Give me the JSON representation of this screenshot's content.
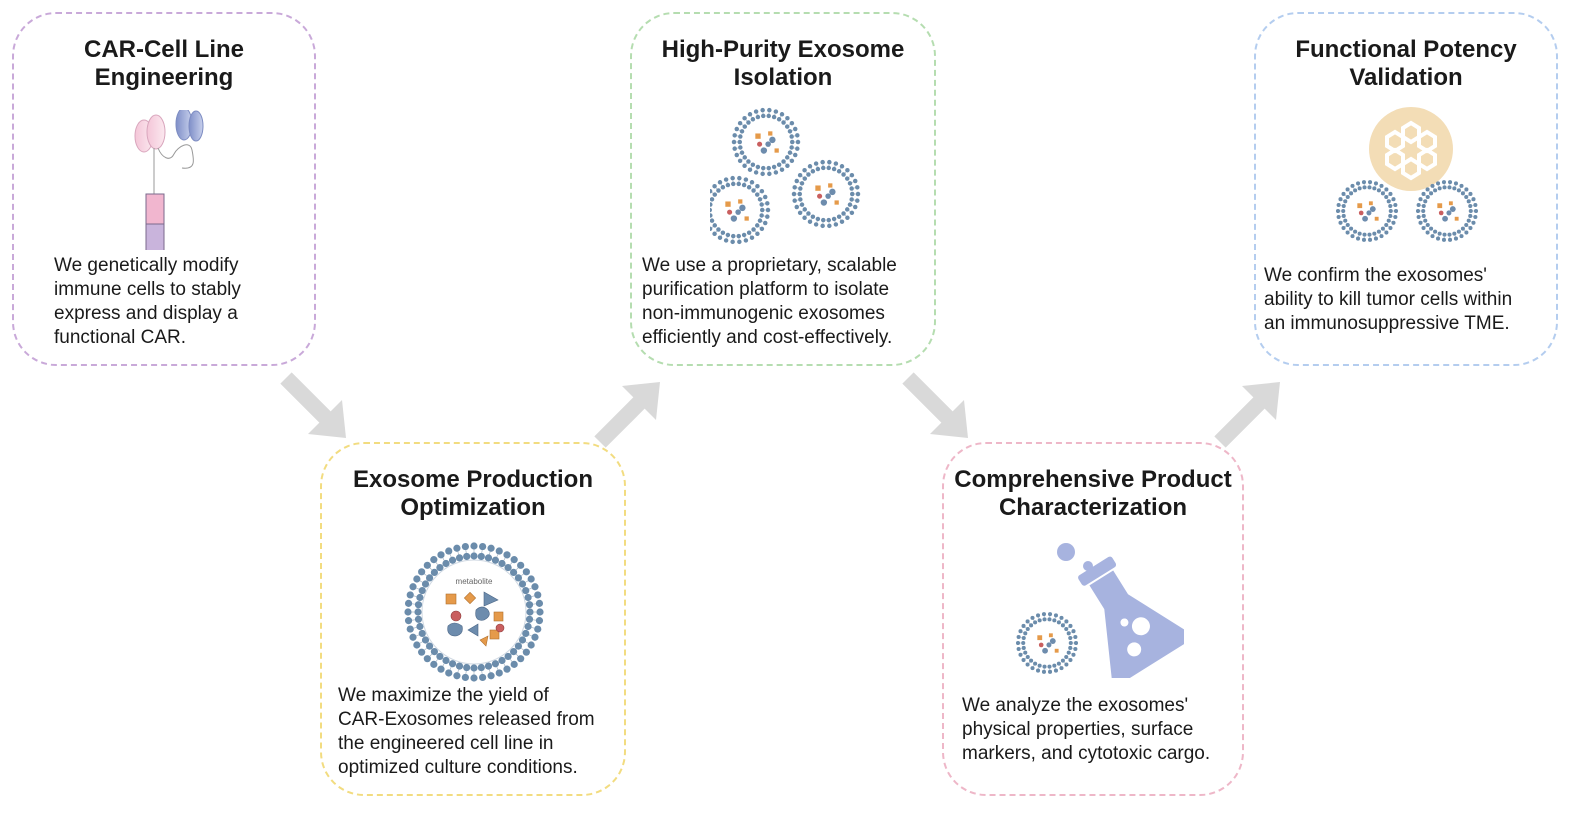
{
  "colors": {
    "step1_border": "#c9a9d9",
    "step2_border": "#f2dc80",
    "step3_border": "#b5ddb0",
    "step4_border": "#eeb7c8",
    "step5_border": "#b4cdef",
    "arrow": "#d9d9d9",
    "membrane": "#6b8cab",
    "cargo_orange": "#e59a4a",
    "cargo_blue": "#6d8cad",
    "cargo_red": "#c95f5f",
    "flask": "#a7b3df",
    "hexagon_bg": "#f3ddb6"
  },
  "steps": [
    {
      "id": "step1",
      "title": "CAR-Cell Line\nEngineering",
      "description": "We genetically modify\nimmune cells to stably\nexpress and display a\nfunctional CAR.",
      "icon": "car-receptor-icon"
    },
    {
      "id": "step2",
      "title": "Exosome Production\nOptimization",
      "description": "We maximize the yield of\nCAR-Exosomes released from\nthe engineered cell line in\noptimized culture conditions.",
      "icon": "exosome-icon",
      "icon_label": "metabolite"
    },
    {
      "id": "step3",
      "title": "High-Purity Exosome\nIsolation",
      "description": "We use a proprietary, scalable\npurification platform to isolate\nnon-immunogenic exosomes\nefficiently and cost-effectively.",
      "icon": "exosome-cluster-icon"
    },
    {
      "id": "step4",
      "title": "Comprehensive Product\nCharacterization",
      "description": "We analyze the exosomes'\nphysical properties, surface\nmarkers, and cytotoxic cargo.",
      "icon": "flask-icon"
    },
    {
      "id": "step5",
      "title": "Functional Potency\nValidation",
      "description": "We confirm the exosomes'\nability to kill tumor cells within\nan immunosuppressive TME.",
      "icon": "hexagon-cells-icon"
    }
  ]
}
